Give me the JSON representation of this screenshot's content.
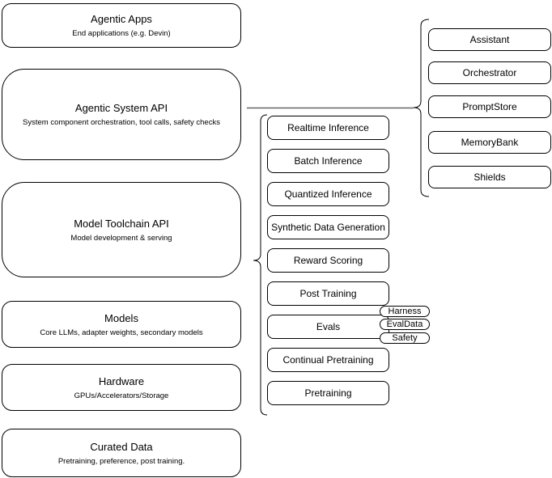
{
  "diagram": {
    "colors": {
      "background": "#ffffff",
      "stroke": "#000000",
      "connector": "#666666"
    },
    "left_stack": [
      {
        "title": "Agentic Apps",
        "subtitle": "End applications (e.g. Devin)"
      },
      {
        "title": "Agentic System API",
        "subtitle": "System component orchestration, tool calls, safety checks"
      },
      {
        "title": "Model Toolchain API",
        "subtitle": "Model development & serving"
      },
      {
        "title": "Models",
        "subtitle": "Core LLMs, adapter weights, secondary models"
      },
      {
        "title": "Hardware",
        "subtitle": "GPUs/Accelerators/Storage"
      },
      {
        "title": "Curated Data",
        "subtitle": "Pretraining, preference, post training."
      }
    ],
    "toolchain_items": [
      "Realtime Inference",
      "Batch Inference",
      "Quantized Inference",
      "Synthetic Data Generation",
      "Reward Scoring",
      "Post Training",
      "Evals",
      "Continual Pretraining",
      "Pretraining"
    ],
    "eval_tags": [
      "Harness",
      "EvalData",
      "Safety"
    ],
    "system_components": [
      "Assistant",
      "Orchestrator",
      "PromptStore",
      "MemoryBank",
      "Shields"
    ]
  }
}
